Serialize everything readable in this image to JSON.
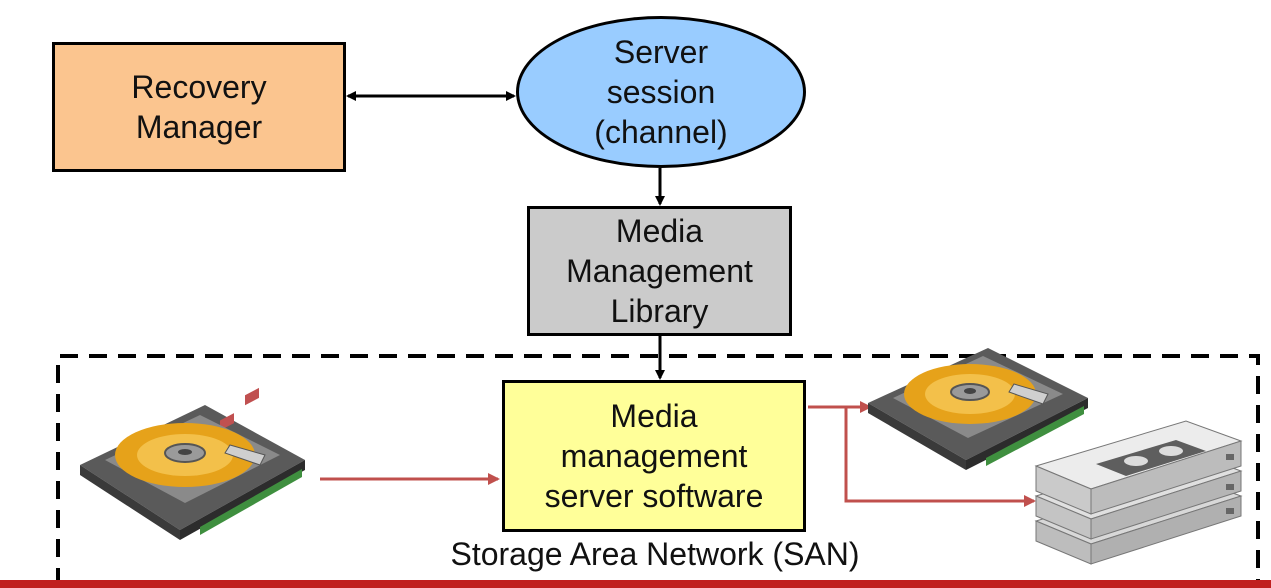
{
  "nodes": {
    "recovery_manager": "Recovery\nManager",
    "server_session": "Server\nsession\n(channel)",
    "media_management_library": "Media\nManagement\nLibrary",
    "media_management_server": "Media\nmanagement\nserver software"
  },
  "san_label": "Storage Area Network (SAN)",
  "colors": {
    "recovery_fill": "#fbc58f",
    "server_fill": "#99ccff",
    "library_fill": "#cbcbcb",
    "media_server_fill": "#ffff99",
    "data_arrow": "#c0504d",
    "bottom_bar": "#c0201f"
  },
  "icons": [
    "hard-disk-icon",
    "hard-disk-icon",
    "tape-library-icon"
  ]
}
